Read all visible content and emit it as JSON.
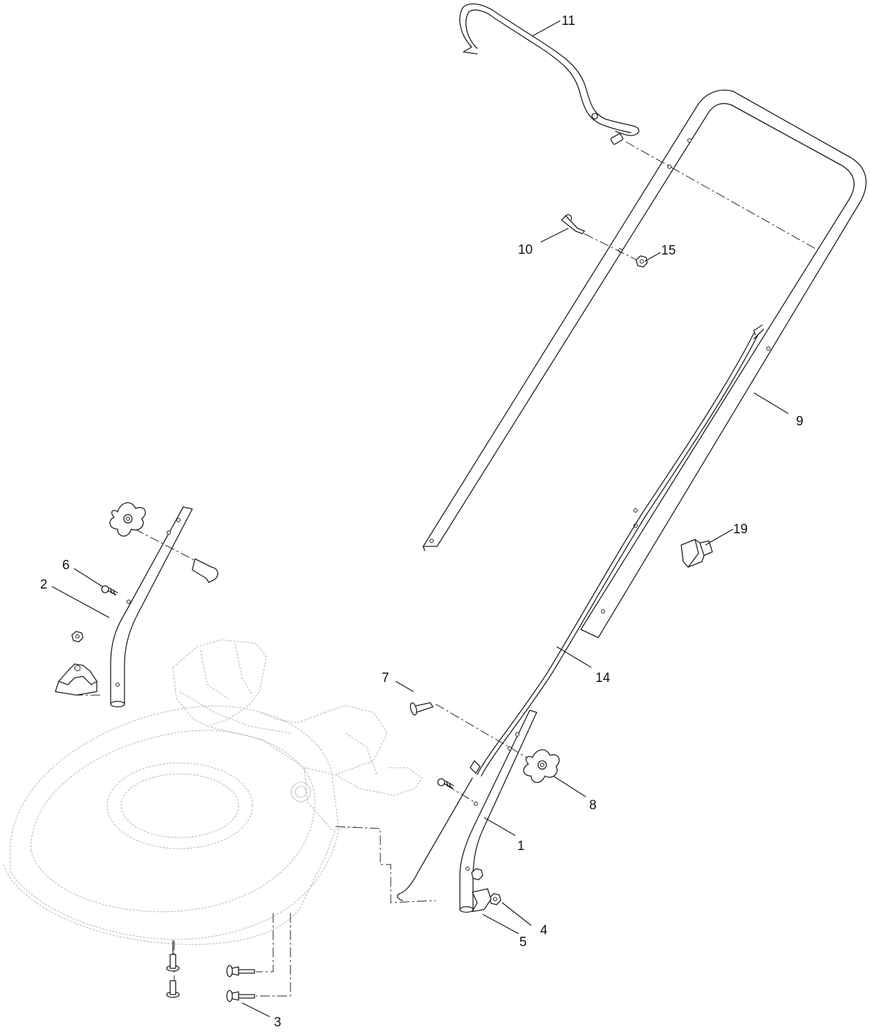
{
  "diagram": {
    "callouts": [
      {
        "id": "c1",
        "label": "1"
      },
      {
        "id": "c2",
        "label": "2"
      },
      {
        "id": "c3",
        "label": "3"
      },
      {
        "id": "c4",
        "label": "4"
      },
      {
        "id": "c5",
        "label": "5"
      },
      {
        "id": "c6",
        "label": "6"
      },
      {
        "id": "c7",
        "label": "7"
      },
      {
        "id": "c8",
        "label": "8"
      },
      {
        "id": "c9",
        "label": "9"
      },
      {
        "id": "c10",
        "label": "10"
      },
      {
        "id": "c11",
        "label": "11"
      },
      {
        "id": "c14",
        "label": "14"
      },
      {
        "id": "c15",
        "label": "15"
      },
      {
        "id": "c19",
        "label": "19"
      }
    ]
  }
}
